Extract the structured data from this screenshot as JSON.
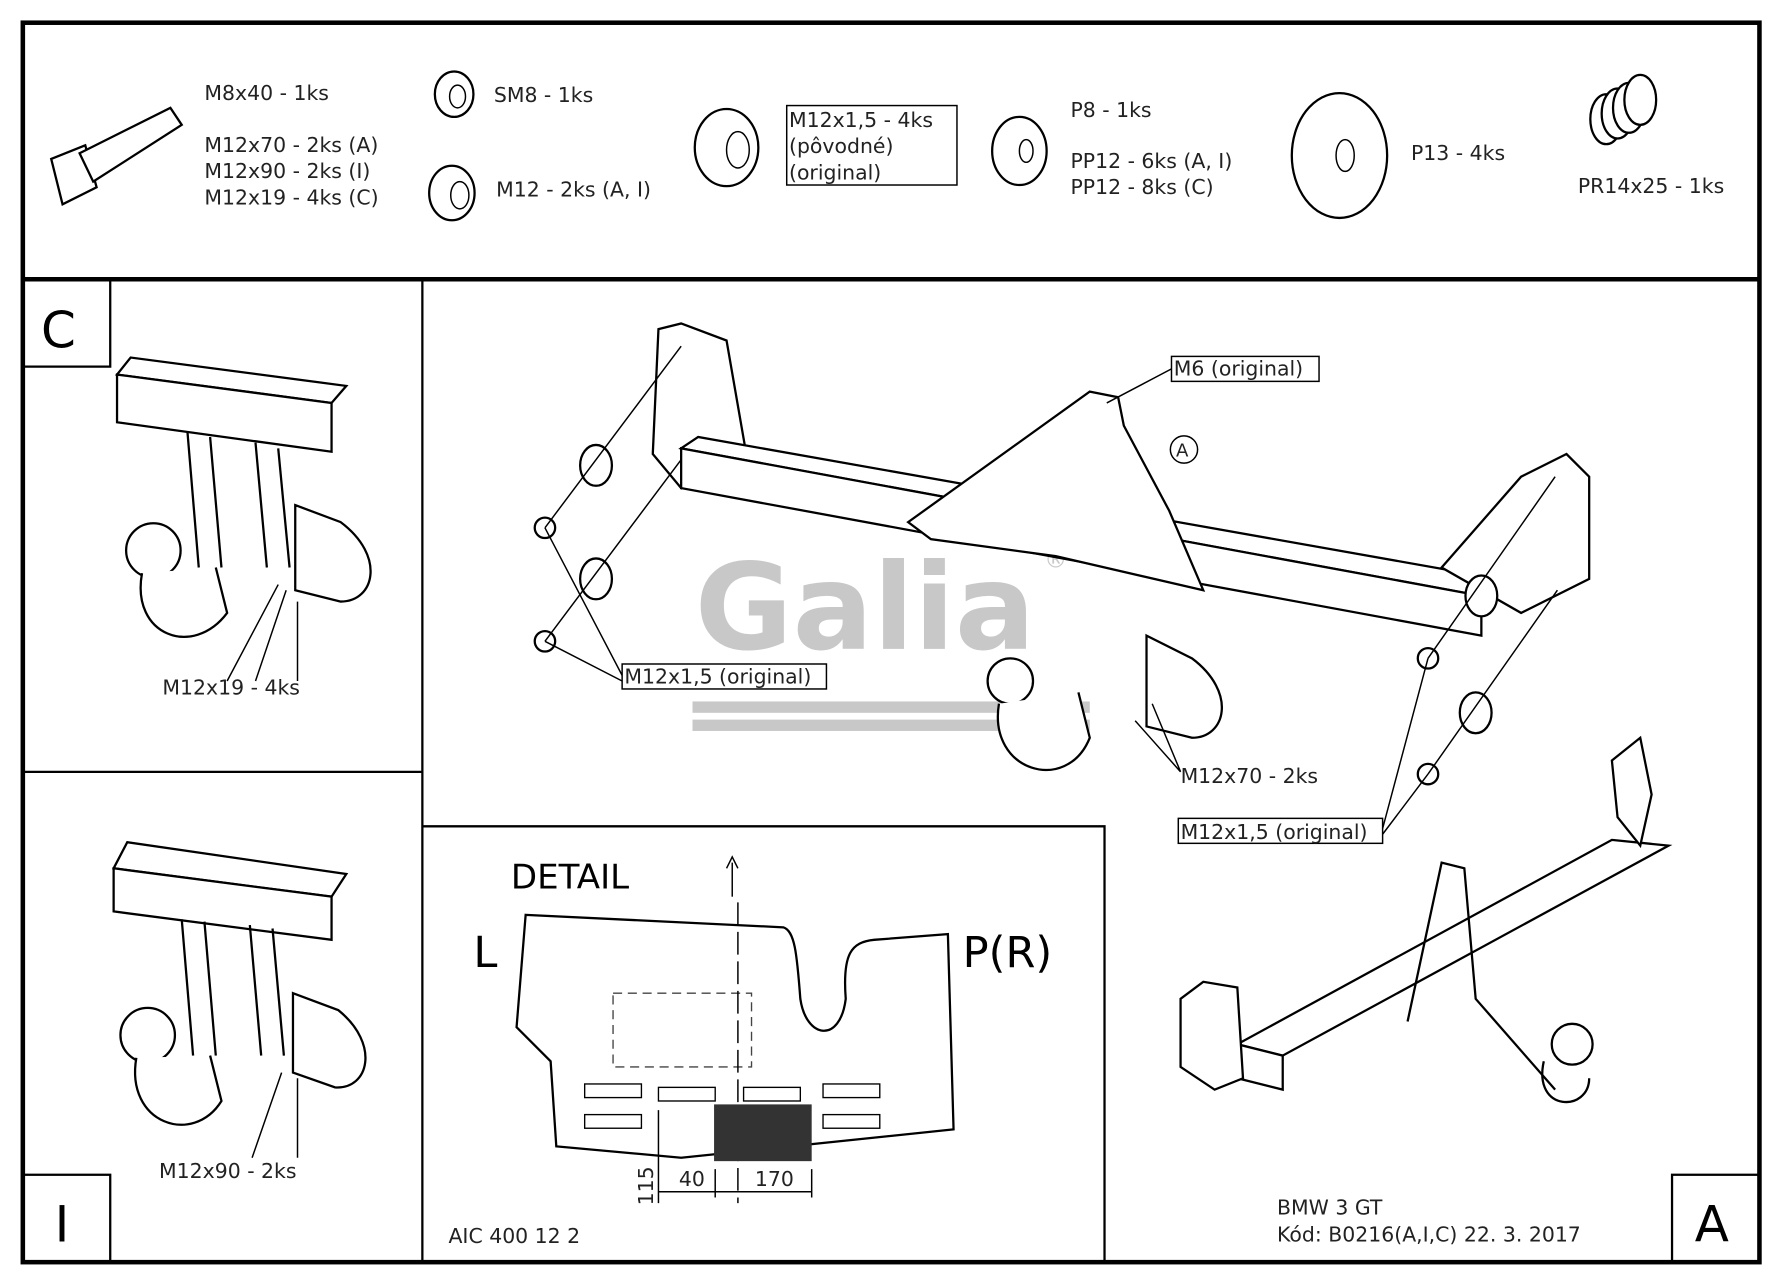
{
  "hardware": {
    "bolt": [
      "M8x40 - 1ks",
      "M12x70 - 2ks (A)",
      "M12x90 - 2ks (I)",
      "M12x19 - 4ks (C)"
    ],
    "nut_sm8": "SM8 - 1ks",
    "nut_m12": "M12 - 2ks (A, I)",
    "flange_nut": [
      "M12x1,5 - 4ks",
      "(pôvodné)",
      "(original)"
    ],
    "washer_small": [
      "P8 - 1ks",
      "PP12 - 6ks (A, I)",
      "PP12 - 8ks (C)"
    ],
    "washer_large": "P13 - 4ks",
    "spring": "PR14x25 - 1ks"
  },
  "variants": {
    "c": {
      "letter": "C",
      "label": "M12x19 - 4ks"
    },
    "i": {
      "letter": "I",
      "label": "M12x90 - 2ks"
    },
    "a": {
      "letter": "A"
    }
  },
  "main": {
    "m6": "M6 (original)",
    "part_marker": "A",
    "left_nuts": "M12x1,5 (original)",
    "bolts": "M12x70 - 2ks",
    "right_nuts": "M12x1,5 (original)"
  },
  "watermark": {
    "brand": "Galia",
    "reg": "®"
  },
  "detail": {
    "title": "DETAIL",
    "left": "L",
    "right": "P(R)",
    "dims": {
      "vertical": "115",
      "left": "40",
      "right": "170"
    },
    "code": "AIC 400 12 2"
  },
  "title_block": {
    "model": "BMW 3 GT",
    "code": "Kód: B0216(A,I,C)  22. 3. 2017"
  }
}
